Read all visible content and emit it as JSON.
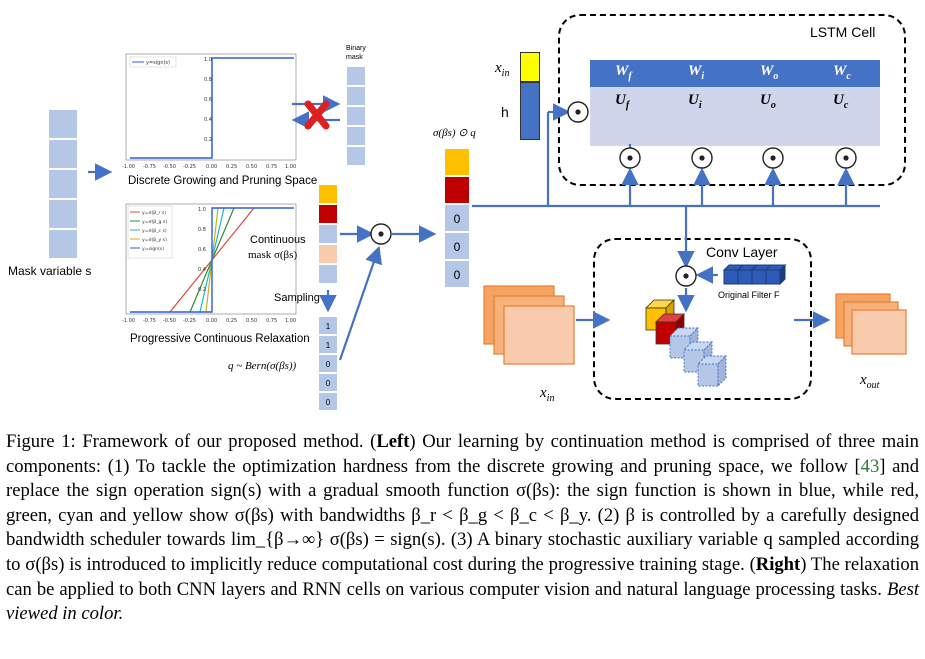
{
  "figure": {
    "mask_label": "Mask variable s",
    "discrete_title": "Discrete Growing and Pruning Space",
    "progressive_title": "Progressive Continuous Relaxation",
    "binary_mask_label": "Binary\nmask",
    "continuous_mask_label_1": "Continuous",
    "continuous_mask_label_2": "mask σ(βs)",
    "sampling_label": "Sampling",
    "q_label": "q ~ Bern(σ(βs))",
    "sigma_q_label": "σ(βs) ⊙ q",
    "q_values": [
      "1",
      "1",
      "0",
      "0",
      "0"
    ],
    "masked_values": [
      "0",
      "0",
      "0"
    ],
    "x_in_top": "x",
    "x_in_top_sub": "in",
    "h_label": "h",
    "lstm_title": "LSTM Cell",
    "lstm_W": [
      {
        "m": "W",
        "s": "f"
      },
      {
        "m": "W",
        "s": "i"
      },
      {
        "m": "W",
        "s": "o"
      },
      {
        "m": "W",
        "s": "c"
      }
    ],
    "lstm_U": [
      {
        "m": "U",
        "s": "f"
      },
      {
        "m": "U",
        "s": "i"
      },
      {
        "m": "U",
        "s": "o"
      },
      {
        "m": "U",
        "s": "c"
      }
    ],
    "conv_title": "Conv Layer",
    "filter_label": "Original Filter F",
    "x_in_bottom": "x",
    "x_in_bottom_sub": "in",
    "x_out": "x",
    "x_out_sub": "out",
    "plot1": {
      "legend": [
        "y=sign(s)"
      ],
      "xticks": [
        "-1.00",
        "-0.75",
        "-0.50",
        "-0.25",
        "0.00",
        "0.25",
        "0.50",
        "0.75",
        "1.00"
      ],
      "yticks": [
        "1.0",
        "0.8",
        "0.6",
        "0.4",
        "0.2"
      ]
    },
    "plot2": {
      "legend": [
        "y=σ(β_r s)",
        "y=σ(β_g s)",
        "y=σ(β_c s)",
        "y=σ(β_y s)",
        "y=sign(s)"
      ],
      "xticks": [
        "-1.00",
        "-0.75",
        "-0.50",
        "-0.25",
        "0.00",
        "0.25",
        "0.50",
        "0.75",
        "1.00"
      ],
      "yticks": [
        "1.0",
        "0.8",
        "0.6",
        "0.4",
        "0.2"
      ]
    },
    "colors": {
      "blue": "#4472c4",
      "light_blue": "#b4c7e7",
      "yellow": "#ffc000",
      "red": "#c00000",
      "peach": "#f8cbad",
      "orange": "#ed7d31",
      "lavender": "#cfd5ea",
      "header_blue": "#4472c4"
    }
  },
  "caption": {
    "p1": "Figure 1: Framework of our proposed method. (",
    "left": "Left",
    "p2": ") Our learning by continuation method is comprised of three main components: (1) To tackle the optimization hardness from the discrete growing and pruning space, we follow [",
    "ref": "43",
    "p3": "] and replace the sign operation sign(s) with a gradual smooth function σ(βs): the sign function is shown in blue, while red, green, cyan and yellow show σ(βs) with bandwidths β_r < β_g < β_c < β_y. (2) β is controlled by a carefully designed bandwidth scheduler towards lim_{β→∞} σ(βs) = sign(s). (3) A binary stochastic auxiliary variable q sampled according to σ(βs) is introduced to implicitly reduce computational cost during the progressive training stage. (",
    "right": "Right",
    "p4": ") The relaxation can be applied to both CNN layers and RNN cells on various computer vision and natural language processing tasks. ",
    "italic": "Best viewed in color."
  }
}
